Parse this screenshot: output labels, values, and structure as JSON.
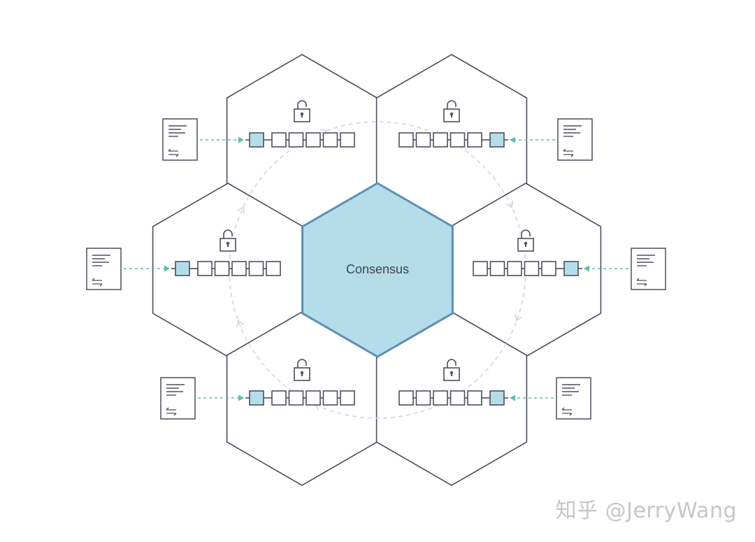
{
  "diagram": {
    "center_label": "Consensus",
    "nodes": [
      {
        "id": "top-left",
        "chain_direction": "right",
        "blocks": 5
      },
      {
        "id": "top-right",
        "chain_direction": "left",
        "blocks": 5
      },
      {
        "id": "mid-left",
        "chain_direction": "right",
        "blocks": 5
      },
      {
        "id": "mid-right",
        "chain_direction": "left",
        "blocks": 5
      },
      {
        "id": "bottom-left",
        "chain_direction": "right",
        "blocks": 5
      },
      {
        "id": "bottom-right",
        "chain_direction": "left",
        "blocks": 5
      }
    ],
    "icons": {
      "lock": "lock-icon",
      "document": "document-icon",
      "swap": "swap-icon"
    },
    "colors": {
      "outline": "#4b4f5c",
      "consensus_fill": "#b5dde9",
      "consensus_stroke": "#5c8fb3",
      "new_block_fill": "#b5dde9",
      "feed_arrow": "#5cbfa5",
      "cycle_arrow": "#d4d6da",
      "watermark": "#c4c6ca"
    }
  },
  "watermark": {
    "text": "知乎 @JerryWang"
  }
}
